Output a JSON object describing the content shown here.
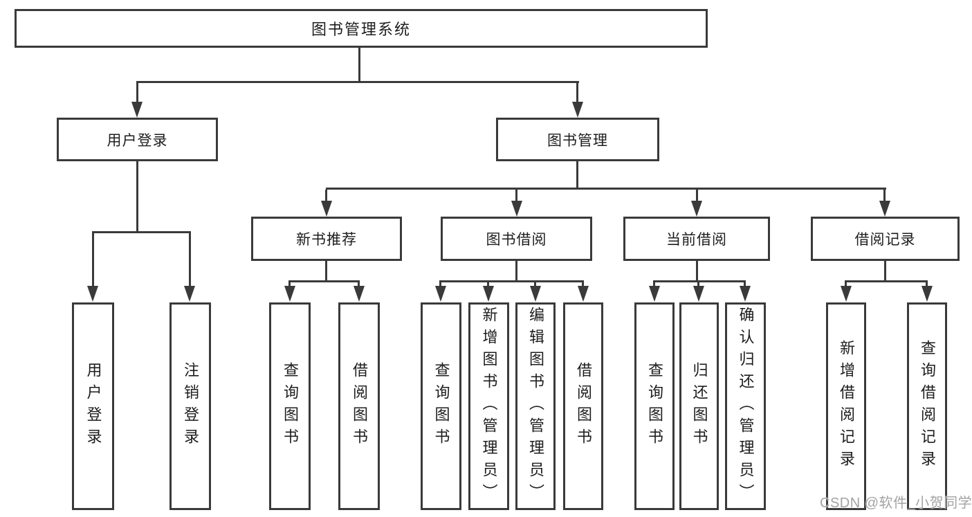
{
  "tree": {
    "root": {
      "label": "图书管理系统"
    },
    "children": [
      {
        "label": "用户登录",
        "children": [
          {
            "label": "用户登录"
          },
          {
            "label": "注销登录"
          }
        ]
      },
      {
        "label": "图书管理",
        "children": [
          {
            "label": "新书推荐",
            "children": [
              {
                "label": "查询图书"
              },
              {
                "label": "借阅图书"
              }
            ]
          },
          {
            "label": "图书借阅",
            "children": [
              {
                "label": "查询图书"
              },
              {
                "label": "新增图书（管理员）"
              },
              {
                "label": "编辑图书（管理员）"
              },
              {
                "label": "借阅图书"
              }
            ]
          },
          {
            "label": "当前借阅",
            "children": [
              {
                "label": "查询图书"
              },
              {
                "label": "归还图书"
              },
              {
                "label": "确认归还（管理员）"
              }
            ]
          },
          {
            "label": "借阅记录",
            "children": [
              {
                "label": "新增借阅记录"
              },
              {
                "label": "查询借阅记录"
              }
            ]
          }
        ]
      }
    ]
  },
  "watermark": {
    "text": "CSDN @软件_小贺同学"
  },
  "colors": {
    "line": "#3a3a3a",
    "text": "#1d1d1d",
    "background": "#ffffff",
    "watermark": "#a3a3a3"
  }
}
